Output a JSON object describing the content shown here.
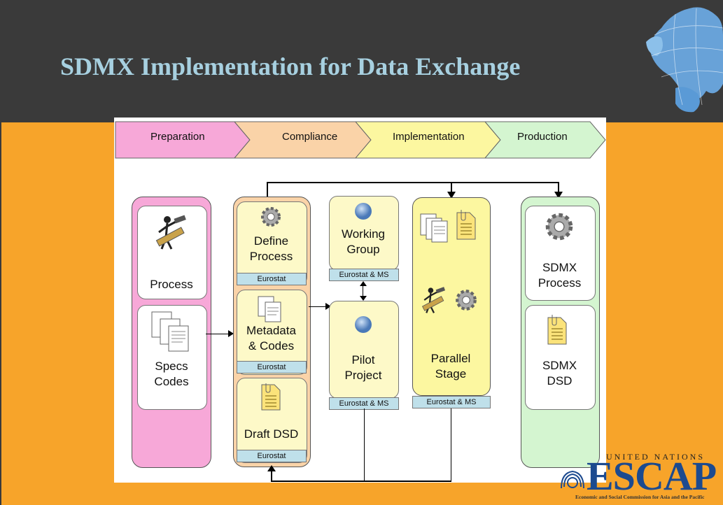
{
  "slide": {
    "title": "SDMX Implementation for Data Exchange"
  },
  "phases": [
    {
      "label": "Preparation",
      "color": "#f7a8d8"
    },
    {
      "label": "Compliance",
      "color": "#fad3a8"
    },
    {
      "label": "Implementation",
      "color": "#fcf7a0"
    },
    {
      "label": "Production",
      "color": "#d4f5d0"
    }
  ],
  "preparation": {
    "process_label": "Process",
    "specs_label": "Specs\nCodes"
  },
  "compliance": {
    "define_label": "Define\nProcess",
    "define_tag": "Eurostat",
    "metadata_label": "Metadata\n& Codes",
    "metadata_tag": "Eurostat",
    "dsd_label": "Draft DSD",
    "dsd_tag": "Eurostat"
  },
  "implementation": {
    "wg_label": "Working\nGroup",
    "wg_tag": "Eurostat & MS",
    "pilot_label": "Pilot\nProject",
    "pilot_tag": "Eurostat & MS",
    "parallel_label": "Parallel\nStage",
    "parallel_tag": "Eurostat & MS"
  },
  "production": {
    "process_label": "SDMX\nProcess",
    "dsd_label": "SDMX\nDSD"
  },
  "logo": {
    "org_line": "UNITED NATIONS",
    "word": "ESCAP",
    "full_name": "Economic and Social Commission for Asia and the Pacific"
  }
}
